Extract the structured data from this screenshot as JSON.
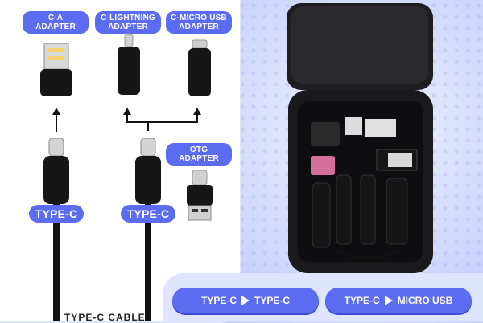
{
  "labels": {
    "ca_line1": "C-A",
    "ca_line2": "ADAPTER",
    "lightning_line1": "C-LIGHTNING",
    "lightning_line2": "ADAPTER",
    "micro_line1": "C-MICRO USB",
    "micro_line2": "ADAPTER",
    "otg_line1": "OTG",
    "otg_line2": "ADAPTER",
    "type_c_left": "TYPE-C",
    "type_c_right": "TYPE-C",
    "bottom_caption": "TYPE-C CABLE"
  },
  "buttons": {
    "typec_typec_from": "TYPE-C",
    "typec_typec_to": "TYPE-C",
    "typec_micro_from": "TYPE-C",
    "typec_micro_to": "MICRO USB"
  },
  "colors": {
    "accent": "#5b6cf0",
    "background": "#c9d2fb",
    "case": "#1c1c1e"
  }
}
